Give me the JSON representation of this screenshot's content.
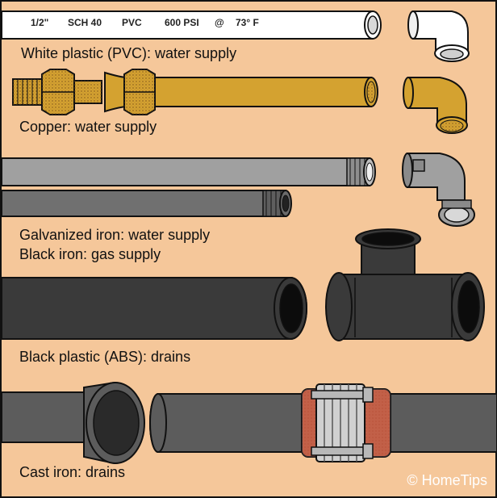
{
  "pvc_marking": {
    "size": "1/2\"",
    "schedule": "SCH 40",
    "material": "PVC",
    "psi": "600 PSI",
    "at": "@",
    "temperature": "73°  F"
  },
  "labels": {
    "pvc": "White plastic (PVC): water supply",
    "copper": "Copper: water supply",
    "galvanized": "Galvanized iron: water supply",
    "black_iron": "Black iron: gas supply",
    "abs": "Black plastic (ABS): drains",
    "cast_iron": "Cast iron: drains"
  },
  "credit": "© HomeTips",
  "colors": {
    "background": "#f5c79a",
    "pvc": "#ffffff",
    "copper": "#d4a230",
    "galvanized": "#a0a0a0",
    "black_iron": "#707070",
    "abs": "#3a3a3a",
    "cast_iron": "#5c5c5c",
    "coupling_band": "#b84a2a",
    "outline": "#111111"
  }
}
